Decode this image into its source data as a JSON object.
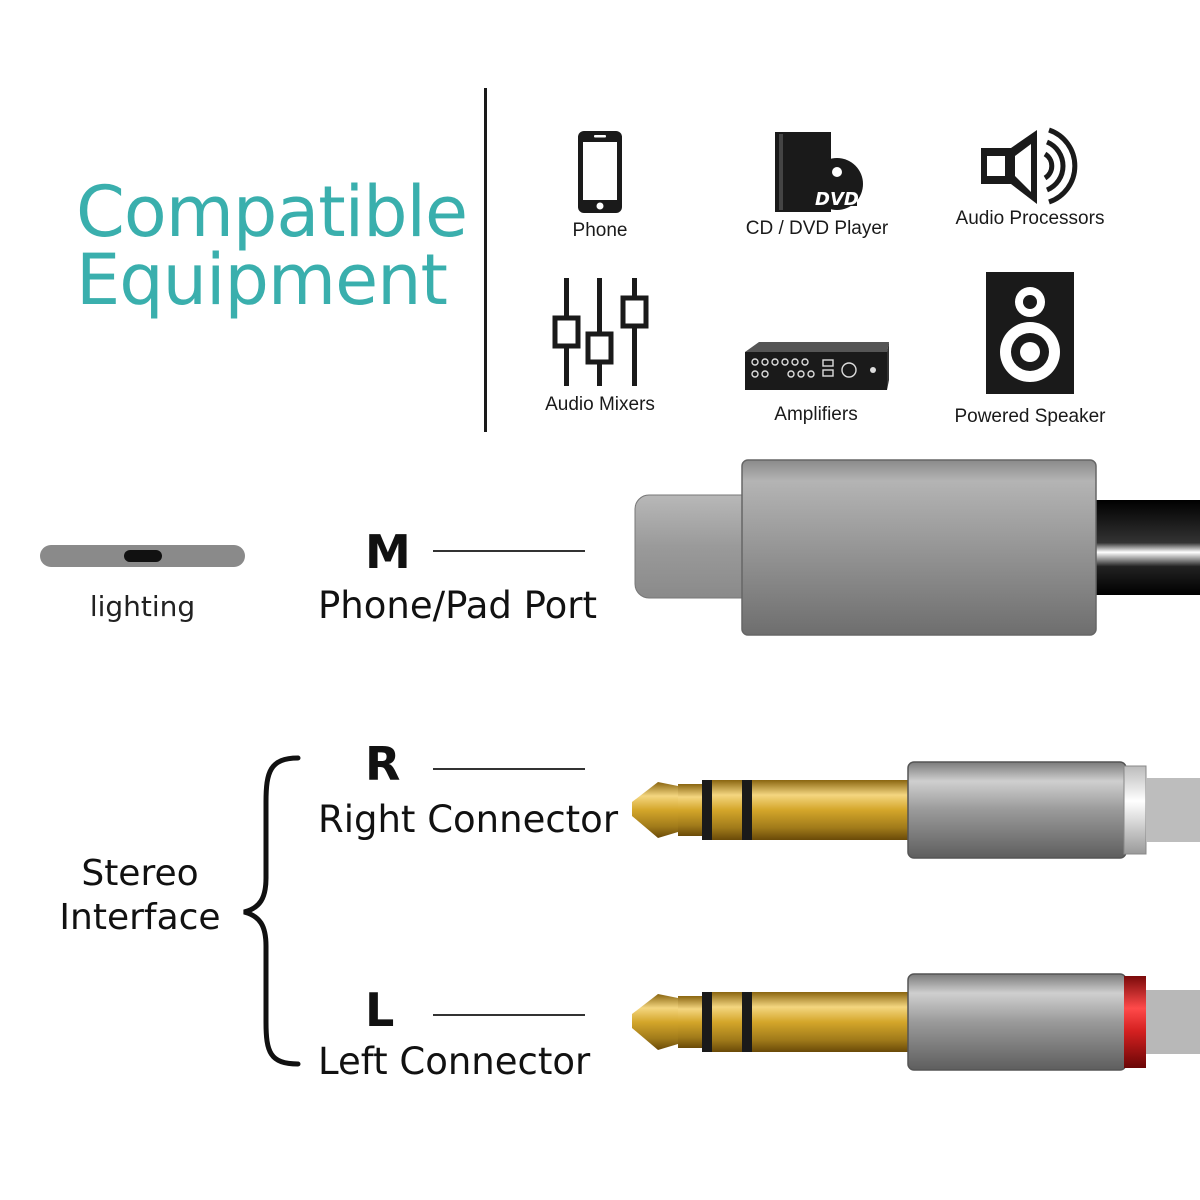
{
  "title": {
    "line1": "Compatible",
    "line2": "Equipment"
  },
  "equipment": [
    {
      "label": "Phone",
      "icon": "phone-icon"
    },
    {
      "label": "CD / DVD Player",
      "icon": "dvd-player-icon",
      "icon_text": "DVD"
    },
    {
      "label": "Audio Processors",
      "icon": "audio-processor-icon"
    },
    {
      "label": "Audio Mixers",
      "icon": "mixer-icon"
    },
    {
      "label": "Amplifiers",
      "icon": "amplifier-icon"
    },
    {
      "label": "Powered Speaker",
      "icon": "speaker-icon"
    }
  ],
  "lighting": {
    "label": "lighting",
    "icon": "lightning-port-icon"
  },
  "connectors": [
    {
      "letter": "M",
      "name": "Phone/Pad Port"
    },
    {
      "letter": "R",
      "name": "Right Connector"
    },
    {
      "letter": "L",
      "name": "Left Connector"
    }
  ],
  "stereo": {
    "line1": "Stereo",
    "line2": "Interface"
  },
  "colors": {
    "title": "#3aafad",
    "ring_red": "#d42020",
    "gold": "#d4a62a"
  }
}
